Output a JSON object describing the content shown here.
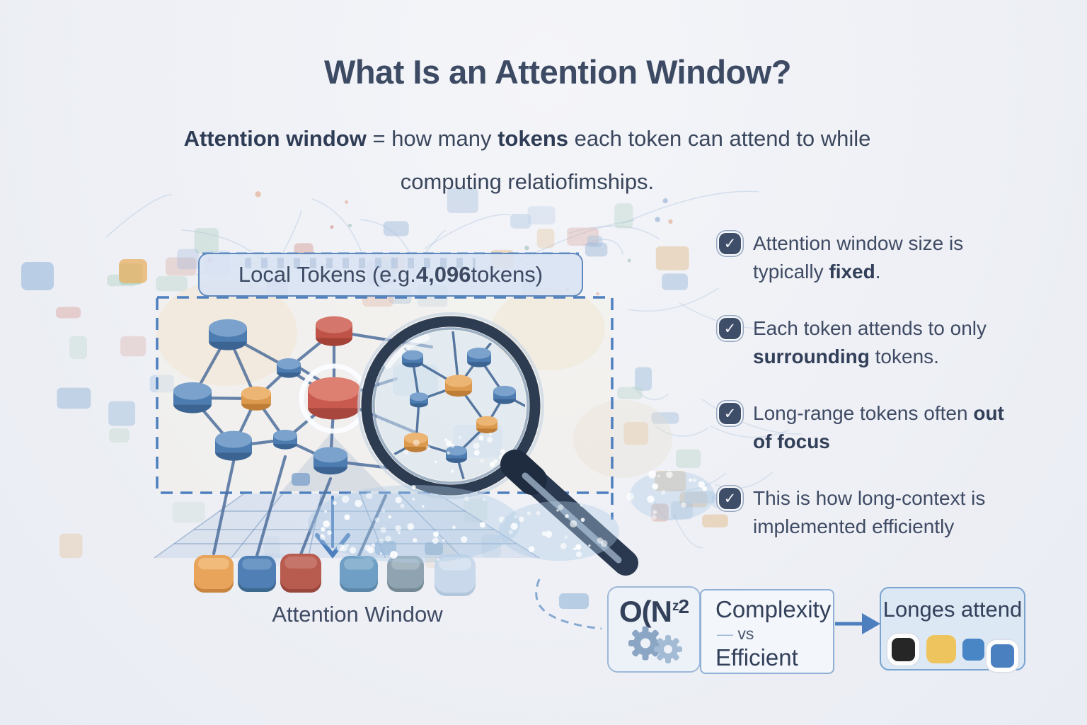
{
  "title": "What Is an Attention Window?",
  "subtitle": {
    "bold1": "Attention window",
    "mid1": " = how many ",
    "bold2": "tokens",
    "rest1": " each token can attend to while",
    "line2": "computing relatiofimships."
  },
  "diagram": {
    "local_label": {
      "pre": "Local Tokens (e.g. ",
      "bold": "4,096",
      "post": " tokens)"
    },
    "caption": "Attention Window",
    "check_icon_glyph": "✓"
  },
  "bullets": [
    {
      "pre": "Attention window size is typically ",
      "bold": "fixed",
      "post": "."
    },
    {
      "pre": "Each token attends to only ",
      "bold": "surrounding",
      "post": " tokens."
    },
    {
      "pre": "Long-range tokens often ",
      "bold": "out of focus",
      "post": ""
    },
    {
      "pre": "This is how long-context is implemented efficiently",
      "bold": "",
      "post": ""
    }
  ],
  "flow": {
    "formula": {
      "base": "O(N",
      "sup_a": "z",
      "sup_b": "2"
    },
    "vs_box": {
      "line1": "Complexity",
      "dash": "—",
      "vs": "vs",
      "line2": "Efficient"
    },
    "result_box": {
      "label": "Longes attend",
      "squares": [
        "#262626",
        "#eec45e",
        "#4886c5",
        "#4a80c0"
      ]
    },
    "icons": {
      "left_box": "gears-icon",
      "between": "arrow-right-icon"
    }
  },
  "colors": {
    "background": "#eef0f5",
    "heading": "#3d4a63",
    "body_text": "#3f4b64",
    "dashed_border": "#4d7fbe",
    "node_blue": "#4d7cb0",
    "node_orange": "#dc9a4e",
    "node_red": "#c95a4f",
    "check_chip": "#3e4d68",
    "magnifier_rim": "#2e3c52"
  }
}
